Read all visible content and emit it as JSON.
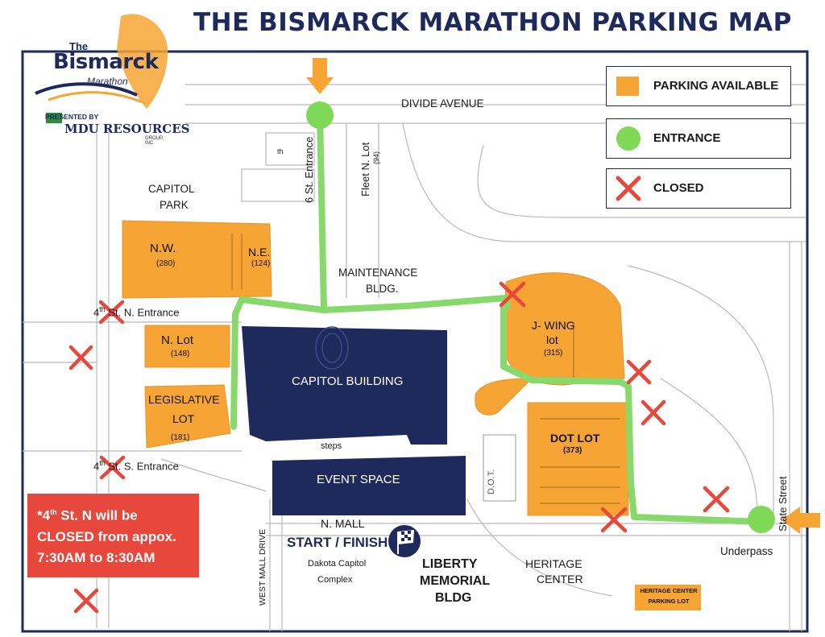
{
  "title": "THE BISMARCK MARATHON PARKING MAP",
  "logo": {
    "the": "The",
    "name": "Bismarck",
    "marathon": "Marathon",
    "presented_by": "PRESENTED BY",
    "sponsor": "MDU RESOURCES",
    "sponsor_sub": "GROUP, INC"
  },
  "legend": {
    "parking": "PARKING AVAILABLE",
    "entrance": "ENTRANCE",
    "closed": "CLOSED"
  },
  "colors": {
    "parking": "#f6a534",
    "entrance": "#7ed957",
    "route": "#86d96a",
    "closed": "#e8473b",
    "building": "#1f2a5c",
    "arrow": "#f6a534"
  },
  "lots": {
    "nw": {
      "name": "N.W.",
      "capacity": "(280)"
    },
    "ne": {
      "name": "N.E.",
      "capacity": "(124)"
    },
    "n_lot": {
      "name": "N. Lot",
      "capacity": "(148)"
    },
    "legislative": {
      "name_line1": "LEGISLATIVE",
      "name_line2": "LOT",
      "capacity": "(181)"
    },
    "j_wing": {
      "name_line1": "J- WING",
      "name_line2": "lot",
      "capacity": "(315)"
    },
    "dot": {
      "name": "DOT LOT",
      "capacity": "(373)"
    },
    "heritage": {
      "line1": "HERITAGE CENTER",
      "line2": "PARKING LOT"
    }
  },
  "labels": {
    "divide_avenue": "DIVIDE AVENUE",
    "sixth_st_entrance": "6 St. Entrance",
    "fleet_n_lot": "Fleet N. Lot",
    "fleet_capacity": "(94)",
    "capitol_park_1": "CAPITOL",
    "capitol_park_2": "PARK",
    "maintenance_1": "MAINTENANCE",
    "maintenance_2": "BLDG.",
    "capitol_building": "CAPITOL BUILDING",
    "event_space": "EVENT SPACE",
    "steps": "steps",
    "dot_bldg": "D.O.T.",
    "fourth_n_pre": "4",
    "fourth_n_sup": "th",
    "fourth_n_post": " St. N. Entrance",
    "fourth_s_pre": "4",
    "fourth_s_sup": "th",
    "fourth_s_post": " St. S. Entrance",
    "n_mall": "N. MALL",
    "start_finish": "START / FINISH",
    "dakota_1": "Dakota Capitol",
    "dakota_2": "Complex",
    "west_mall_drive": "WEST MALL DRIVE",
    "liberty_1": "LIBERTY",
    "liberty_2": "MEMORIAL",
    "liberty_3": "BLDG",
    "heritage_1": "HERITAGE",
    "heritage_2": "CENTER",
    "underpass": "Underpass",
    "state_street": "State Street",
    "th_small": "th"
  },
  "note": {
    "pre": "*4",
    "sup": "th",
    "line1_post": " St. N will be",
    "line2": "CLOSED from appox.",
    "line3": "7:30AM to 8:30AM"
  }
}
